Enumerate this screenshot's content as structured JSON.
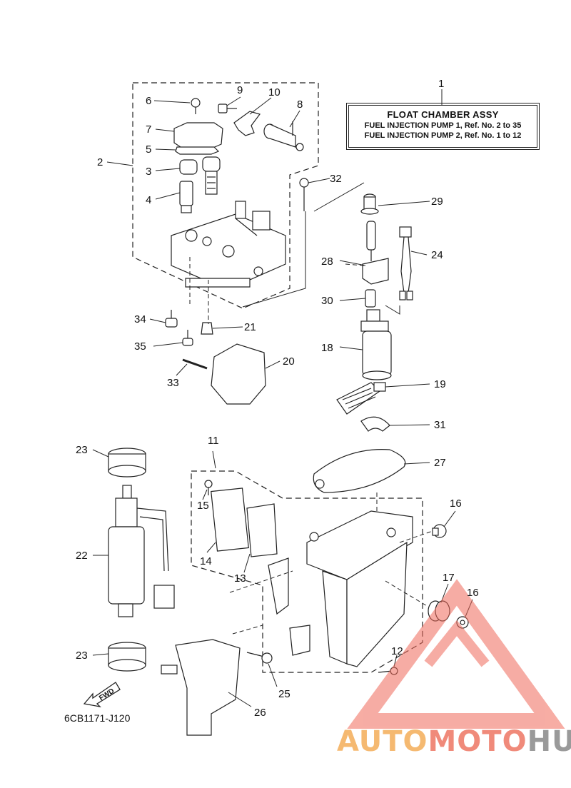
{
  "title_box": {
    "heading": "FLOAT CHAMBER ASSY",
    "line1": "FUEL INJECTION PUMP 1,  Ref. No. 2 to 35",
    "line2": "FUEL INJECTION PUMP 2,  Ref. No. 1 to 12"
  },
  "callouts": [
    "1",
    "2",
    "3",
    "4",
    "5",
    "6",
    "7",
    "8",
    "9",
    "10",
    "11",
    "12",
    "13",
    "14",
    "15",
    "16",
    "16",
    "17",
    "18",
    "19",
    "20",
    "21",
    "22",
    "23",
    "23",
    "24",
    "25",
    "26",
    "27",
    "28",
    "29",
    "30",
    "31",
    "32",
    "33",
    "34",
    "35"
  ],
  "ref_code": "6CB1171-J120",
  "fwd_label": "FWD",
  "watermark": {
    "part1": "AUTO",
    "part2": "MOTO",
    "part3": "HUB"
  },
  "colors": {
    "line": "#222222",
    "watermark_triangle": "#f06a5a",
    "watermark_orange": "#f5b971",
    "watermark_gray": "#9a9a9a"
  }
}
